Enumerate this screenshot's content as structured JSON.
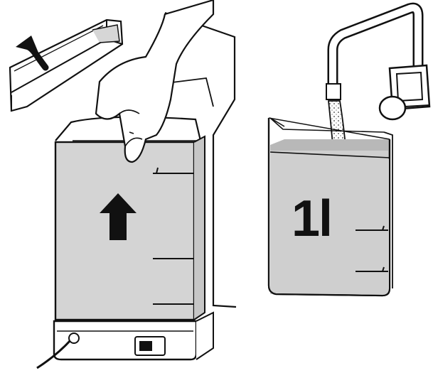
{
  "illustration": {
    "steps": [
      {
        "icon": "lift-up-arrow-icon",
        "description_icon": "lid-removal"
      },
      {
        "icon": "lift-up-arrow-icon",
        "description_icon": "water-tank-lift"
      }
    ],
    "tank": {
      "capacity_label": "1l"
    },
    "colors": {
      "line": "#111111",
      "tank_fill": "#cfcfcf",
      "water_fill": "#b8b8b8",
      "background": "#ffffff"
    }
  }
}
